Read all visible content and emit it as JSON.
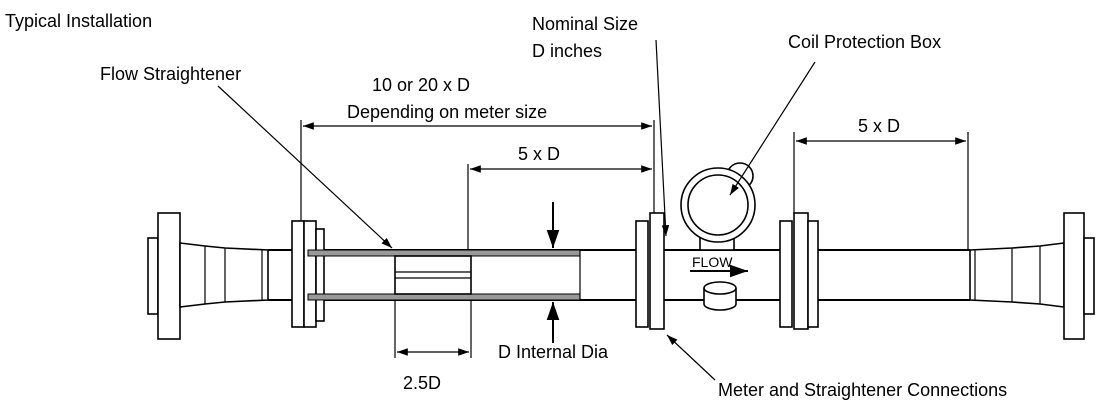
{
  "diagram": {
    "title": "Typical Installation",
    "labels": {
      "flow_straightener": "Flow Straightener",
      "upstream_len_line1": "10 or 20 x D",
      "upstream_len_line2": "Depending on meter size",
      "nominal_size_line1": "Nominal Size",
      "nominal_size_line2": "D inches",
      "coil_box": "Coil Protection Box",
      "straightener_to_meter": "5 x D",
      "downstream_len": "5 x D",
      "internal_dia": "D Internal Dia",
      "straightener_len": "2.5D",
      "connections": "Meter and Straightener Connections",
      "flow": "FLOW"
    }
  }
}
